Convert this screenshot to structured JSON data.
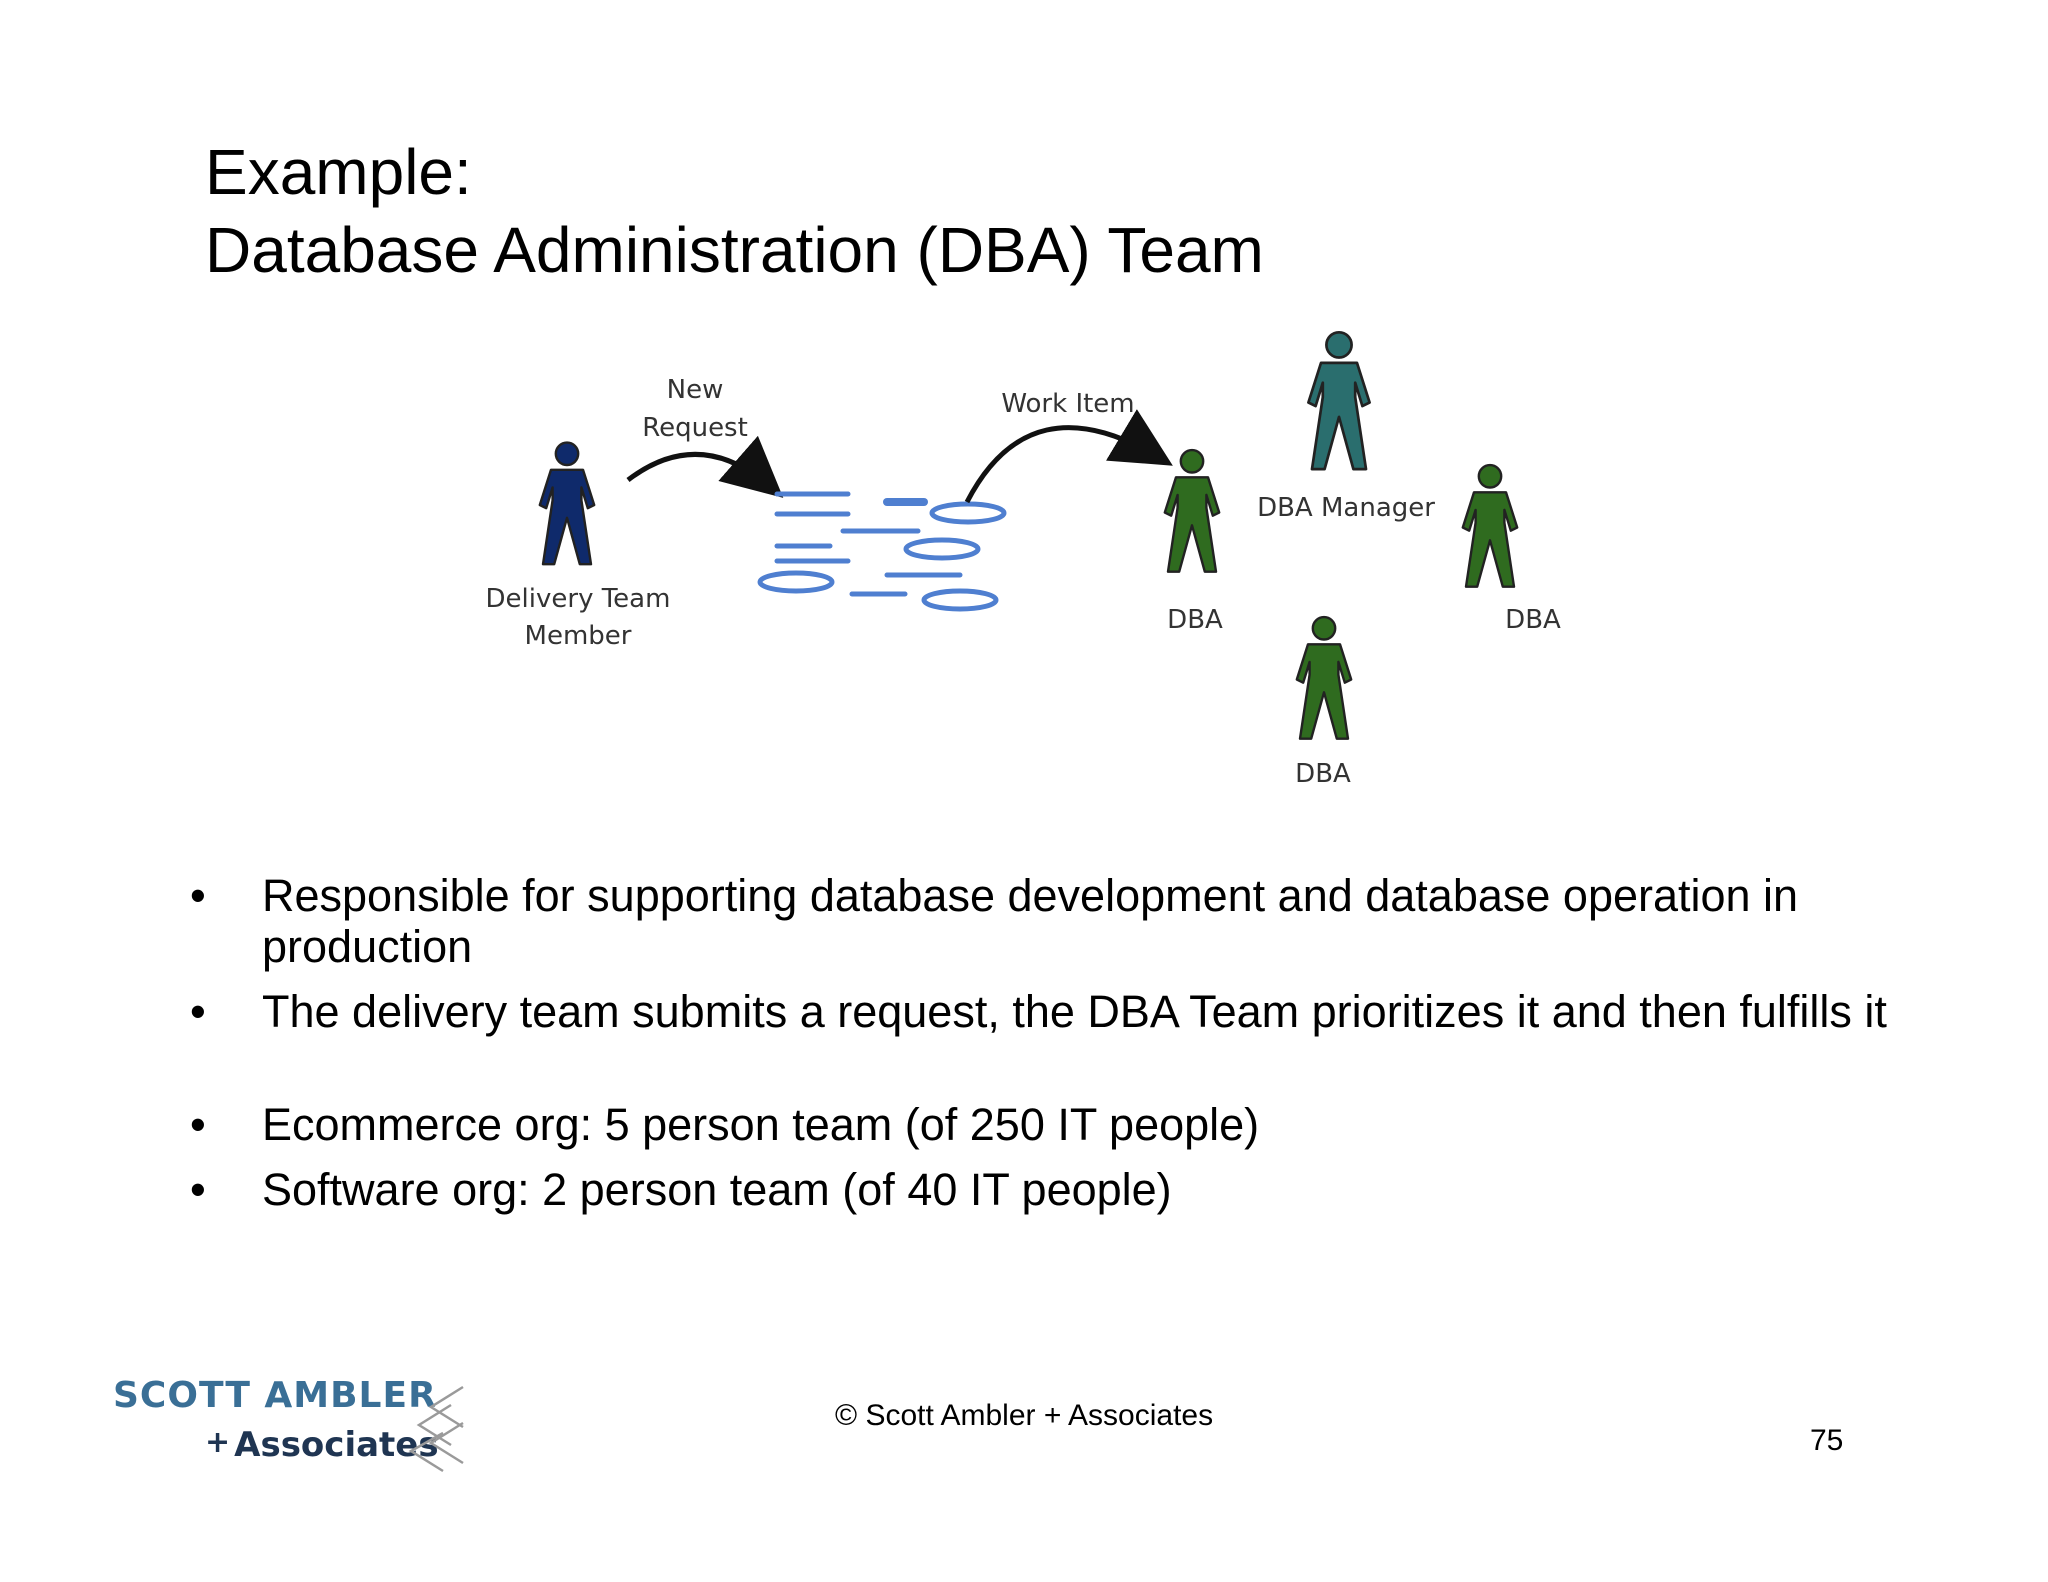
{
  "slide": {
    "title_line1": "Example:",
    "title_line2": "Database Administration (DBA) Team",
    "page_number": "75",
    "copyright": "© Scott Ambler + Associates"
  },
  "diagram": {
    "delivery_label_line1": "Delivery Team",
    "delivery_label_line2": "Member",
    "new_request_line1": "New",
    "new_request_line2": "Request",
    "work_item_label": "Work Item",
    "dba_manager_label": "DBA Manager",
    "dba_label_left": "DBA",
    "dba_label_right": "DBA",
    "dba_label_bottom": "DBA",
    "colors": {
      "delivery": "#0f2a6b",
      "dba": "#2f6b1f",
      "manager": "#2a6e6e",
      "backlog": "#4f7fd0"
    }
  },
  "bullets": [
    "Responsible for supporting database development and database operation in production",
    "The delivery team submits a request, the DBA Team prioritizes it and then fulfills it",
    "Ecommerce org: 5 person team (of 250 IT people)",
    "Software org: 2 person team (of 40 IT people)"
  ],
  "logo": {
    "line1": "SCOTT AMBLER",
    "plus": "+",
    "line2": "Associates"
  }
}
